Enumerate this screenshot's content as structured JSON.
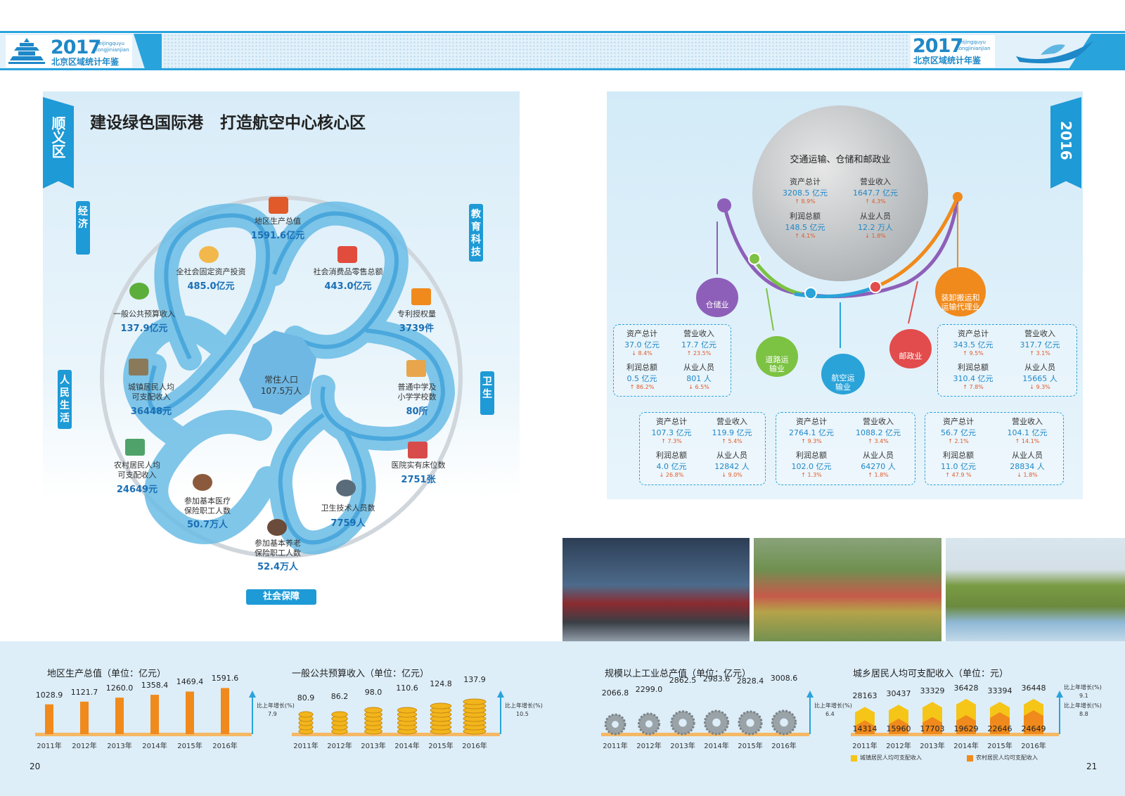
{
  "header": {
    "year": "2017",
    "sub1": "beijingquyu",
    "sub2": "tongjinianjian",
    "title_cn": "北京区域统计年鉴"
  },
  "left": {
    "district": "顺义区",
    "headline": "建设绿色国际港   打造航空中心核心区",
    "side_labels": {
      "economy": "经济",
      "edu": "教育科技",
      "people": "人民生活",
      "health": "卫生",
      "social": "社会保障"
    },
    "center": {
      "label": "常住人口",
      "value": "107.5万人"
    },
    "items": [
      {
        "label": "地区生产总值",
        "value": "1591.6亿元"
      },
      {
        "label": "全社会固定资产投资",
        "value": "485.0亿元"
      },
      {
        "label": "社会消费品零售总额",
        "value": "443.0亿元"
      },
      {
        "label": "一般公共预算收入",
        "value": "137.9亿元"
      },
      {
        "label": "专利授权量",
        "value": "3739件"
      },
      {
        "label": "城镇居民人均\n可支配收入",
        "value": "36448元"
      },
      {
        "label": "普通中学及\n小学学校数",
        "value": "80所"
      },
      {
        "label": "农村居民人均\n可支配收入",
        "value": "24649元"
      },
      {
        "label": "医院实有床位数",
        "value": "2751张"
      },
      {
        "label": "参加基本医疗\n保险职工人数",
        "value": "50.7万人"
      },
      {
        "label": "卫生技术人员数",
        "value": "7759人"
      },
      {
        "label": "参加基本养老\n保险职工人数",
        "value": "52.4万人"
      }
    ]
  },
  "right": {
    "year_tag": "2016",
    "main": {
      "title": "交通运输、仓储和邮政业",
      "assets_k": "资产总计",
      "assets_v": "3208.5 亿元",
      "assets_g": "↑ 8.9%",
      "rev_k": "营业收入",
      "rev_v": "1647.7 亿元",
      "rev_g": "↑ 4.3%",
      "profit_k": "利润总额",
      "profit_v": "148.5 亿元",
      "profit_g": "↑ 4.1%",
      "emp_k": "从业人员",
      "emp_v": "12.2 万人",
      "emp_g": "↓ 1.8%"
    },
    "bubbles": {
      "warehouse": "仓储业",
      "road": "道路运\n输业",
      "air": "航空运\n输业",
      "post": "邮政业",
      "loading": "装卸搬运和\n运输代理业"
    },
    "boxes": [
      {
        "a": "37.0 亿元",
        "ag": "↓ 8.4%",
        "r": "17.7 亿元",
        "rg": "↑ 23.5%",
        "p": "0.5 亿元",
        "pg": "↑ 86.2%",
        "e": "801 人",
        "eg": "↓ 6.5%"
      },
      {
        "a": "343.5 亿元",
        "ag": "↑ 9.5%",
        "r": "317.7 亿元",
        "rg": "↑ 3.1%",
        "p": "310.4 亿元",
        "pg": "↑ 7.8%",
        "e": "15665 人",
        "eg": "↓ 9.3%"
      },
      {
        "a": "107.3 亿元",
        "ag": "↑ 7.3%",
        "r": "119.9 亿元",
        "rg": "↑ 5.4%",
        "p": "4.0 亿元",
        "pg": "↓ 26.8%",
        "e": "12842 人",
        "eg": "↓ 9.0%"
      },
      {
        "a": "2764.1 亿元",
        "ag": "↑ 9.3%",
        "r": "1088.2 亿元",
        "rg": "↑ 3.4%",
        "p": "102.0 亿元",
        "pg": "↑ 1.3%",
        "e": "64270 人",
        "eg": "↑ 1.8%"
      },
      {
        "a": "56.7 亿元",
        "ag": "↑ 2.1%",
        "r": "104.1 亿元",
        "rg": "↑ 14.1%",
        "p": "11.0 亿元",
        "pg": "↑ 47.9 %",
        "e": "28834 人",
        "eg": "↓ 1.8%"
      }
    ],
    "keys": {
      "a": "资产总计",
      "r": "营业收入",
      "p": "利润总额",
      "e": "从业人员"
    }
  },
  "bottom": {
    "growth_label": "比上年增长(%)",
    "page_left": "20",
    "page_right": "21",
    "years": [
      "2011年",
      "2012年",
      "2013年",
      "2014年",
      "2015年",
      "2016年"
    ]
  },
  "chart_data": [
    {
      "type": "bar",
      "title": "地区生产总值（单位：亿元）",
      "categories": [
        "2011年",
        "2012年",
        "2013年",
        "2014年",
        "2015年",
        "2016年"
      ],
      "values": [
        1028.9,
        1121.7,
        1260.0,
        1358.4,
        1469.4,
        1591.6
      ],
      "growth": "7.9"
    },
    {
      "type": "bar",
      "title": "一般公共预算收入（单位：亿元）",
      "categories": [
        "2011年",
        "2012年",
        "2013年",
        "2014年",
        "2015年",
        "2016年"
      ],
      "values": [
        80.9,
        86.2,
        98.0,
        110.6,
        124.8,
        137.9
      ],
      "growth": "10.5"
    },
    {
      "type": "bar",
      "title": "规模以上工业总产值（单位：亿元）",
      "categories": [
        "2011年",
        "2012年",
        "2013年",
        "2014年",
        "2015年",
        "2016年"
      ],
      "values": [
        2066.8,
        2299.0,
        2862.5,
        2983.6,
        2828.4,
        3008.6
      ],
      "growth": "6.4"
    },
    {
      "type": "bar",
      "title": "城乡居民人均可支配收入（单位：元）",
      "categories": [
        "2011年",
        "2012年",
        "2013年",
        "2014年",
        "2015年",
        "2016年"
      ],
      "series": [
        {
          "name": "城镇居民人均可支配收入",
          "values": [
            28163,
            30437,
            33329,
            36428,
            33394,
            36448
          ],
          "growth": "9.1",
          "color": "#f5c518"
        },
        {
          "name": "农村居民人均可支配收入",
          "values": [
            14314,
            15960,
            17703,
            19629,
            22646,
            24649
          ],
          "growth": "8.8",
          "color": "#f08a1c"
        }
      ]
    }
  ]
}
